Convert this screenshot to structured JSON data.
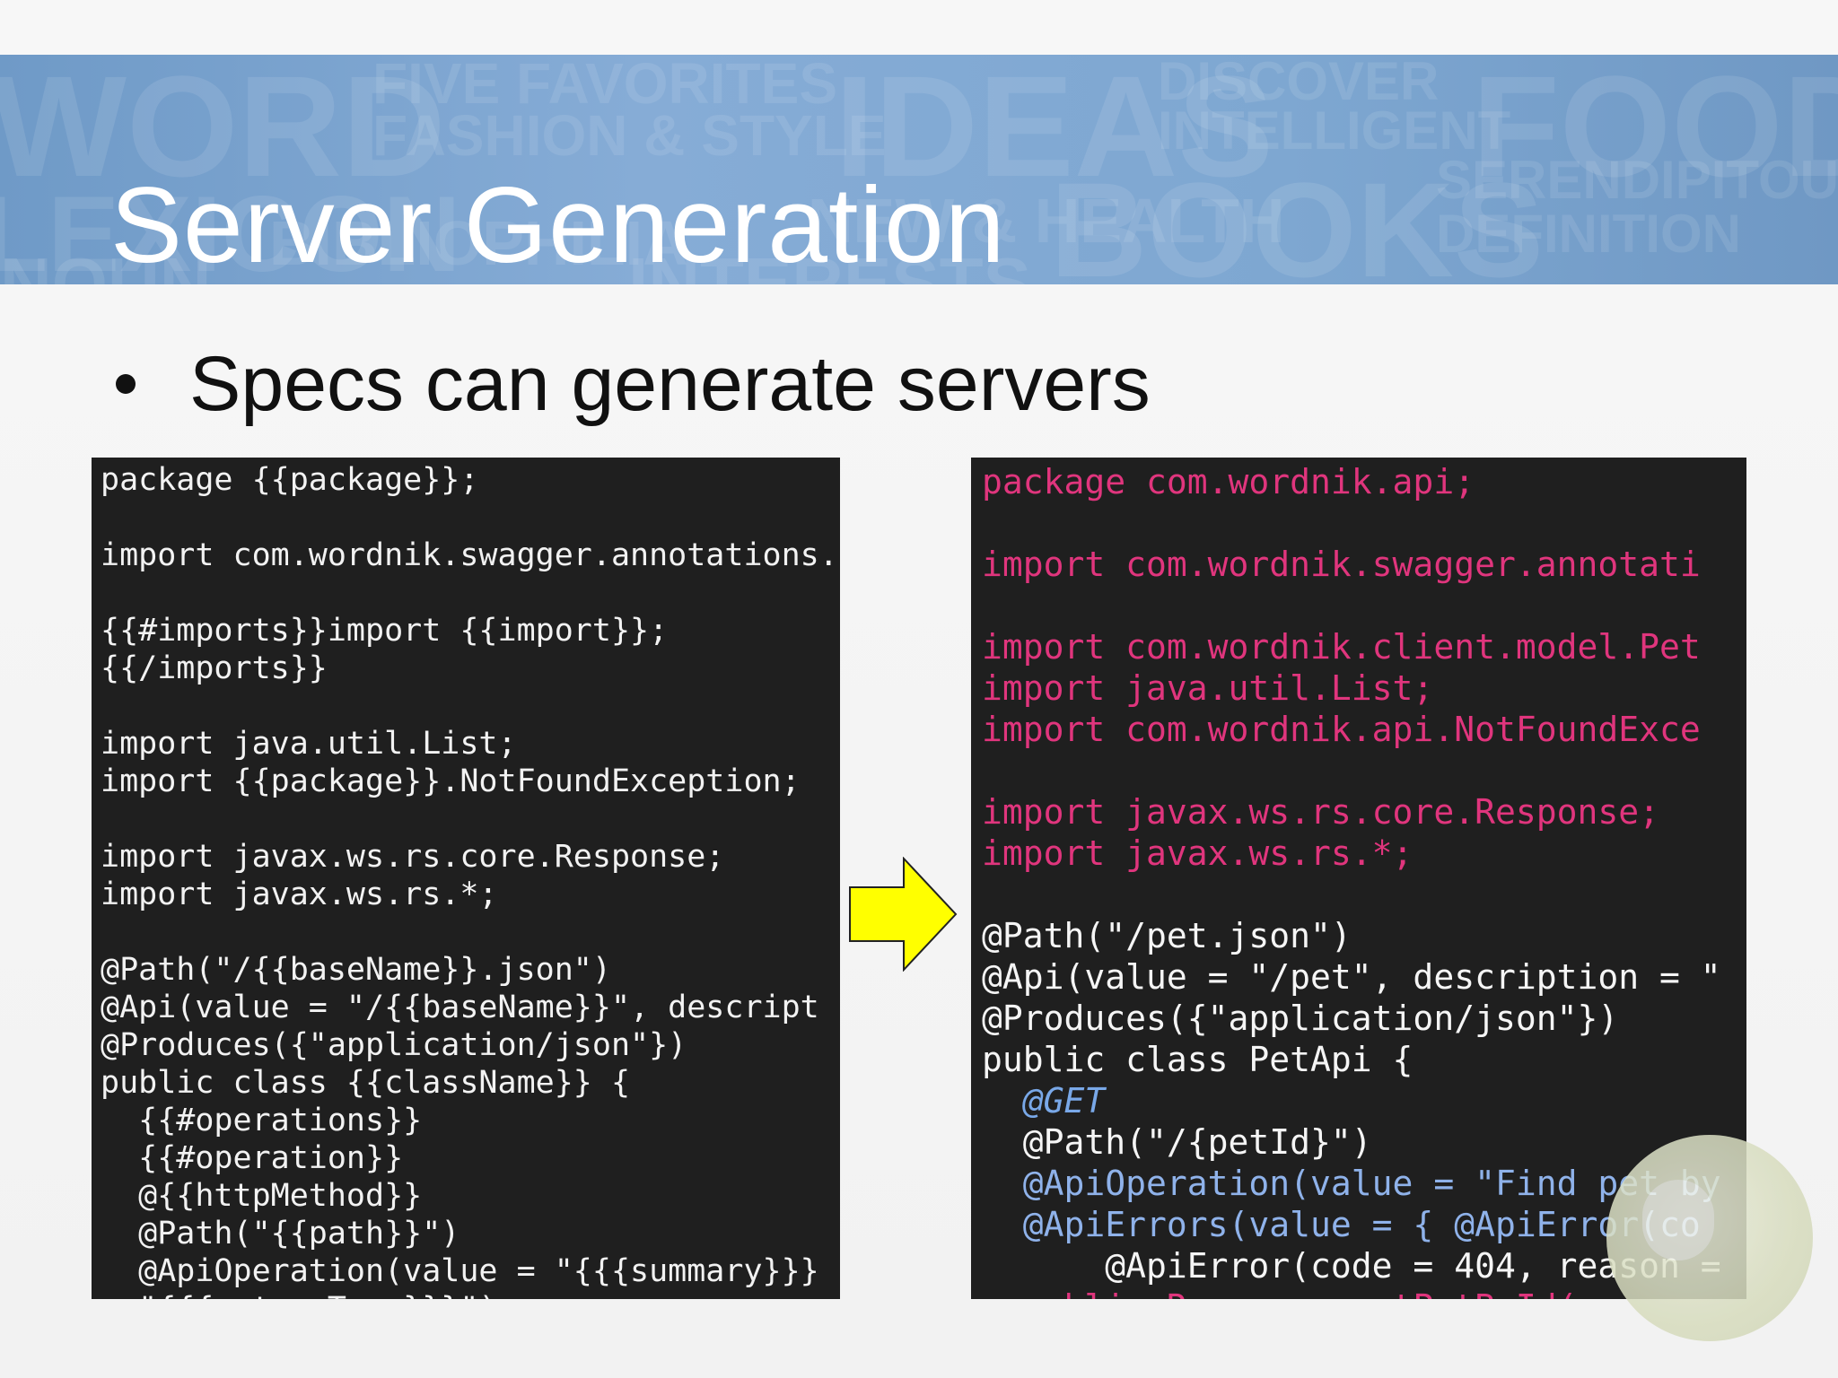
{
  "slide": {
    "title": "Server Generation",
    "banner_background_words": [
      "WORD",
      "FIVE FAVORITES",
      "FASHION & STYLE",
      "IDEAS",
      "DISCOVER",
      "INTELLIGENT",
      "FOOD",
      "LEXICON",
      "BIBLIOPHILIA",
      "NEW & HEALTH",
      "BOOKS",
      "SERENDIPITOUS",
      "DEFINITION",
      "NOUN",
      "INTERESTS"
    ],
    "bullet": "Specs can generate servers",
    "accent_banner_color": "#7ea7d1",
    "arrow_color": "#ffff00",
    "code_keyword_color": "#e0357d",
    "code_annotation_color": "#79a8e8"
  },
  "template_code": {
    "lines": [
      "package {{package}};",
      "",
      "import com.wordnik.swagger.annotations.",
      "",
      "{{#imports}}import {{import}};",
      "{{/imports}}",
      "",
      "import java.util.List;",
      "import {{package}}.NotFoundException;",
      "",
      "import javax.ws.rs.core.Response;",
      "import javax.ws.rs.*;",
      "",
      "@Path(\"/{{baseName}}.json\")",
      "@Api(value = \"/{{baseName}}\", descript",
      "@Produces({\"application/json\"})",
      "public class {{className}} {",
      "  {{#operations}}",
      "  {{#operation}}",
      "  @{{httpMethod}}",
      "  @Path(\"{{path}}\")",
      "  @ApiOperation(value = \"{{{summary}}}",
      "  \"{{{returnType}}}\")"
    ]
  },
  "generated_code": {
    "line_01": "package com.wordnik.api;",
    "line_03": "import com.wordnik.swagger.annotati",
    "line_05": "import com.wordnik.client.model.Pet",
    "line_06": "import java.util.List;",
    "line_07": "import com.wordnik.api.NotFoundExce",
    "line_09": "import javax.ws.rs.core.Response;",
    "line_10": "import javax.ws.rs.*;",
    "line_12": "@Path(\"/pet.json\")",
    "line_13": "@Api(value = \"/pet\", description = \"",
    "line_14": "@Produces({\"application/json\"})",
    "line_15": "public class PetApi {",
    "line_16": "  @GET",
    "line_17": "  @Path(\"/{petId}\")",
    "line_18": "  @ApiOperation(value = \"Find pet by",
    "line_19": "  @ApiErrors(value = { @ApiError(co",
    "line_20": "      @ApiError(code = 404, reason =",
    "line_21": "  public Response getPetById("
  }
}
